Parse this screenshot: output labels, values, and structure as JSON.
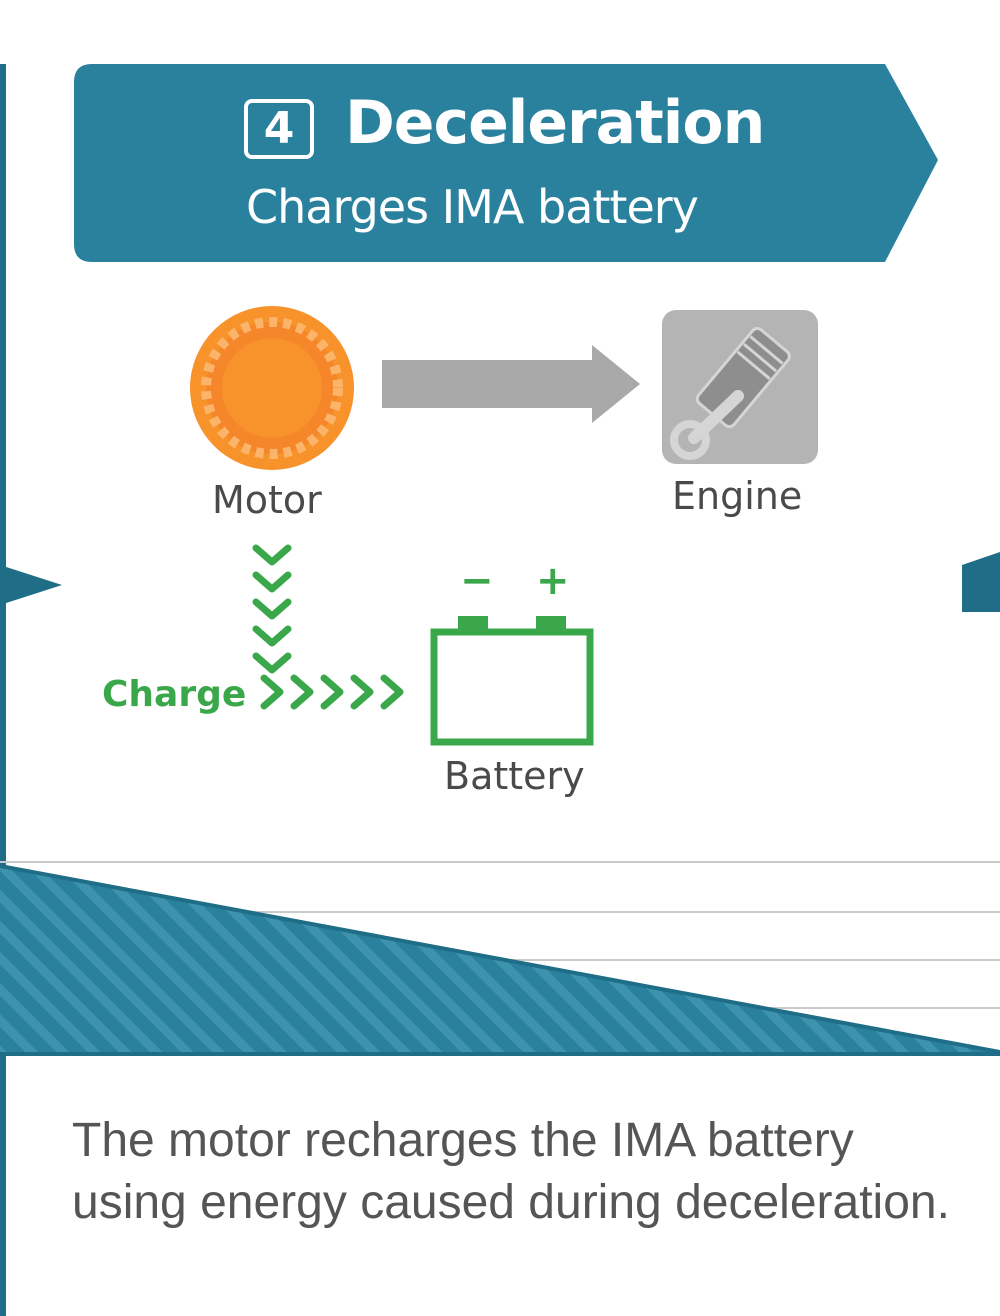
{
  "header": {
    "step_number": "4",
    "title": "Deceleration",
    "subtitle": "Charges IMA battery"
  },
  "diagram": {
    "motor_label": "Motor",
    "engine_label": "Engine",
    "battery_label": "Battery",
    "charge_label": "Charge",
    "battery_minus": "−",
    "battery_plus": "+",
    "icons": [
      "motor-icon",
      "engine-piston-icon",
      "battery-icon",
      "arrow-right-icon",
      "chevron-down-icon",
      "chevron-right-icon"
    ]
  },
  "description": "The motor recharges the IMA battery using energy caused during deceleration.",
  "colors": {
    "banner": "#2a819d",
    "motor": "#f7932a",
    "engine": "#b4b4b4",
    "arrow": "#a9a9a9",
    "battery": "#3aa84a",
    "chart_fill": "#2a819d",
    "text": "#555555"
  }
}
